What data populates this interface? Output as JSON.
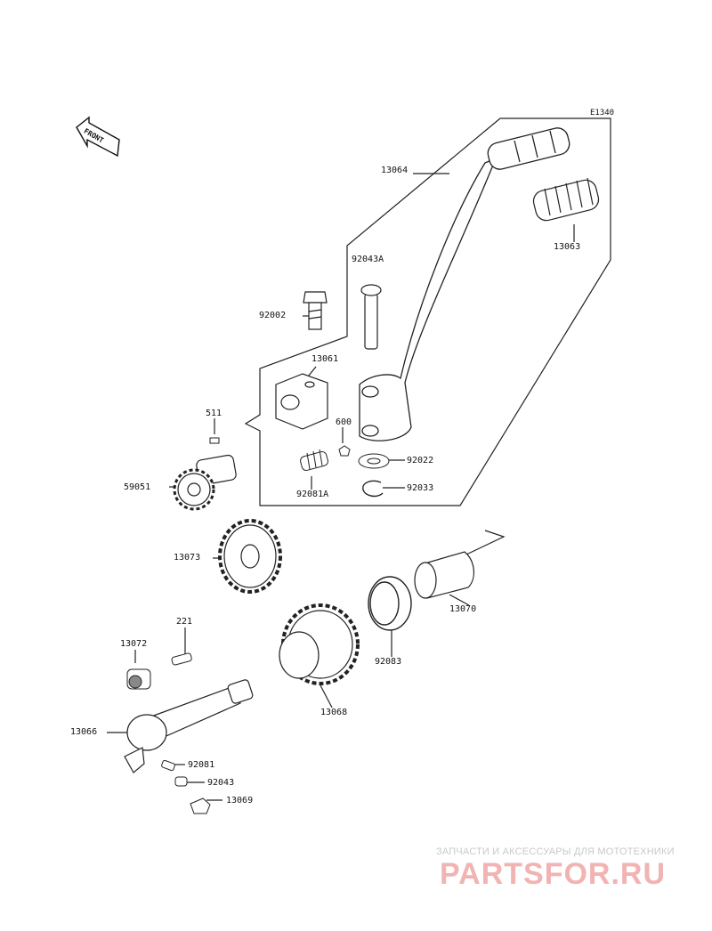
{
  "diagram": {
    "code": "E1340",
    "direction_label": "FRONT",
    "parts": {
      "p13064": "13064",
      "p13063": "13063",
      "p92043A": "92043A",
      "p92002": "92002",
      "p13061": "13061",
      "p511": "511",
      "p600": "600",
      "p92022": "92022",
      "p59051": "59051",
      "p92081A": "92081A",
      "p92033": "92033",
      "p13073": "13073",
      "p13070": "13070",
      "p221": "221",
      "p13072": "13072",
      "p92083": "92083",
      "p13068": "13068",
      "p13066": "13066",
      "p92081": "92081",
      "p92043": "92043",
      "p13069": "13069"
    }
  },
  "watermark": {
    "tagline": "ЗАПЧАСТИ И АКСЕССУАРЫ ДЛЯ МОТОТЕХНИКИ",
    "logo": "PARTSFOR.RU",
    "logo_color": "#f2b3b3"
  }
}
